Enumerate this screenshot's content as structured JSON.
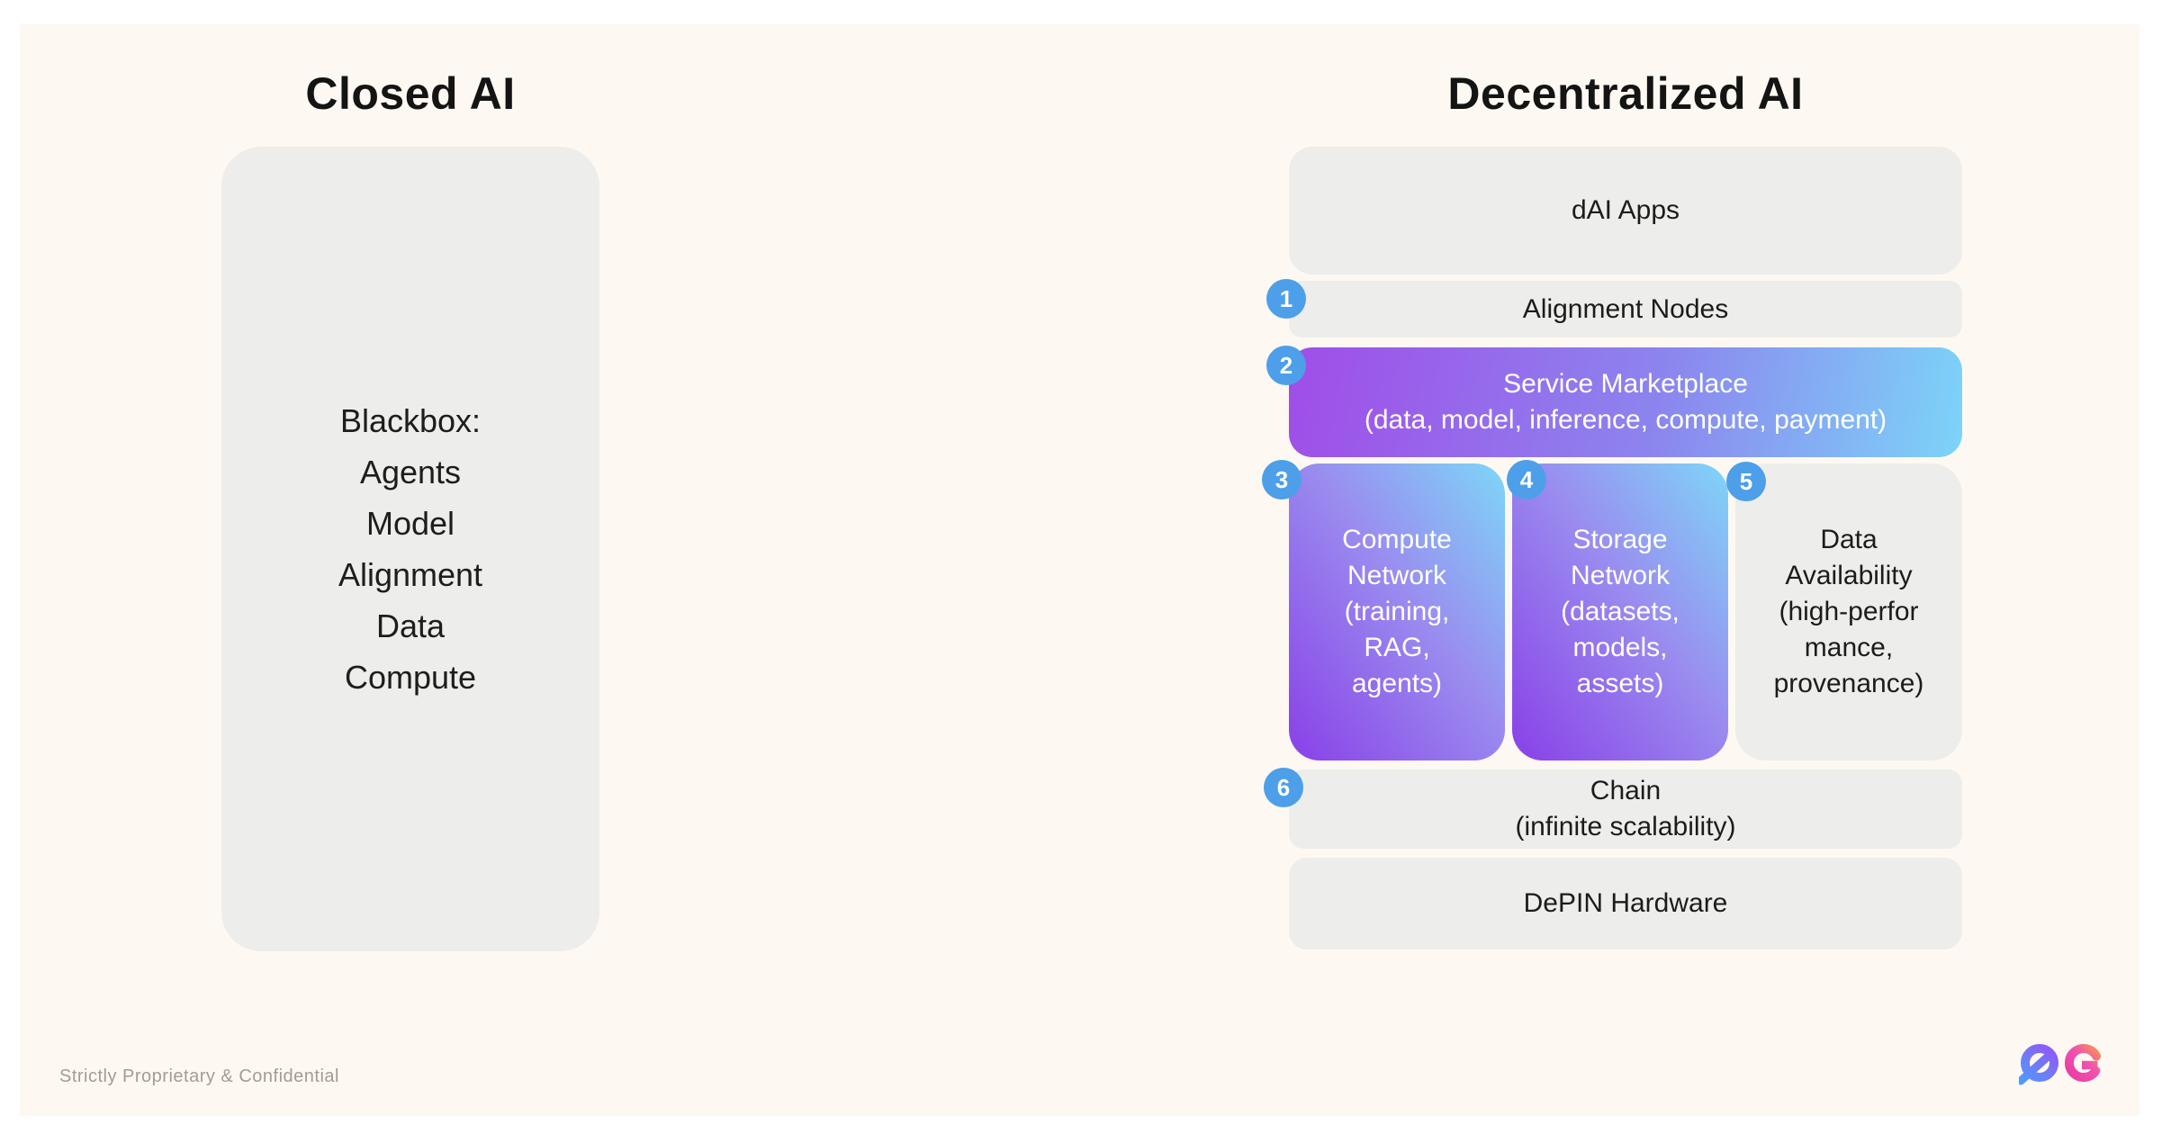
{
  "page": {
    "footer_note": "Strictly Proprietary & Confidential"
  },
  "closed_ai": {
    "title": "Closed AI",
    "blackbox_lines": [
      "Blackbox:",
      "Agents",
      "Model",
      "Alignment",
      "Data",
      "Compute"
    ]
  },
  "decentralized_ai": {
    "title": "Decentralized AI",
    "dai_apps": {
      "label": "dAI Apps"
    },
    "alignment_nodes": {
      "badge": "1",
      "label": "Alignment Nodes"
    },
    "service_marketplace": {
      "badge": "2",
      "lines": [
        "Service Marketplace",
        "(data, model, inference, compute, payment)"
      ]
    },
    "compute_network": {
      "badge": "3",
      "lines": [
        "Compute",
        "Network",
        "(training,",
        "RAG,",
        "agents)"
      ]
    },
    "storage_network": {
      "badge": "4",
      "lines": [
        "Storage",
        "Network",
        "(datasets,",
        "models,",
        "assets)"
      ]
    },
    "data_availability": {
      "badge": "5",
      "lines": [
        "Data",
        "Availability",
        "(high-perfor",
        "mance,",
        "provenance)"
      ]
    },
    "chain": {
      "badge": "6",
      "lines": [
        "Chain",
        "(infinite scalability)"
      ]
    },
    "depin_hardware": {
      "label": "DePIN Hardware"
    }
  },
  "logo": {
    "text": "0G"
  },
  "colors": {
    "page_margin": "#FFFFFF",
    "slide_background": "#FDF9F2",
    "box_gray": "#EDEDEB",
    "badge_blue": "#4D9FE9",
    "gradient_purple": "#8940E8",
    "gradient_cyan": "#7ED6F8",
    "logo_blue": "#4D9FFB",
    "logo_violet": "#9C4DF2",
    "logo_magenta": "#E8389F",
    "logo_orange": "#F6A33E",
    "footer_gray": "#A29C92"
  }
}
